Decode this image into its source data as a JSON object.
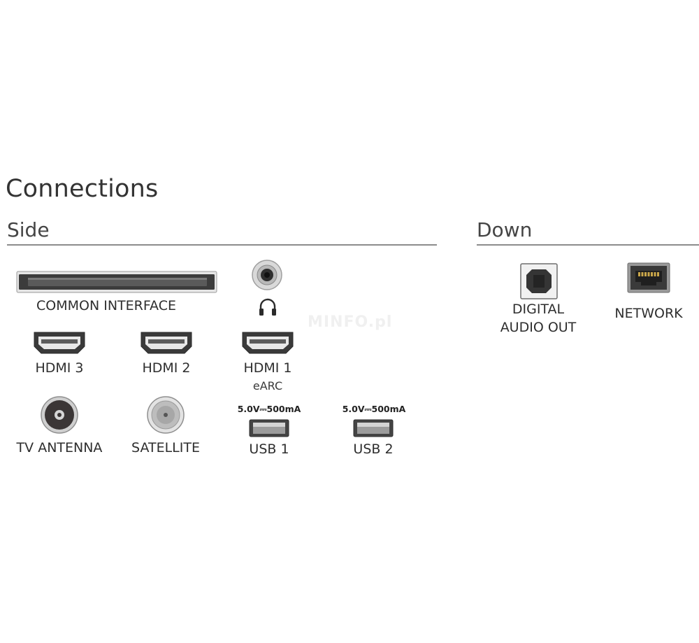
{
  "title": "Connections",
  "watermark": "MINFO.pl",
  "side": {
    "label": "Side",
    "common_interface": "COMMON INTERFACE",
    "headphone_icon": "headphone-icon",
    "hdmi3": "HDMI 3",
    "hdmi2": "HDMI 2",
    "hdmi1": "HDMI 1",
    "hdmi1_sub": "eARC",
    "tv_antenna": "TV ANTENNA",
    "satellite": "SATELLITE",
    "usb1_spec": "5.0V⎓500mA",
    "usb1": "USB 1",
    "usb2_spec": "5.0V⎓500mA",
    "usb2": "USB 2"
  },
  "down": {
    "label": "Down",
    "digital_audio_out_line1": "DIGITAL",
    "digital_audio_out_line2": "AUDIO OUT",
    "network": "NETWORK"
  },
  "colors": {
    "port_dark": "#3a3a3a",
    "port_light": "#cfcfcf",
    "rule": "#8c8c8c"
  }
}
